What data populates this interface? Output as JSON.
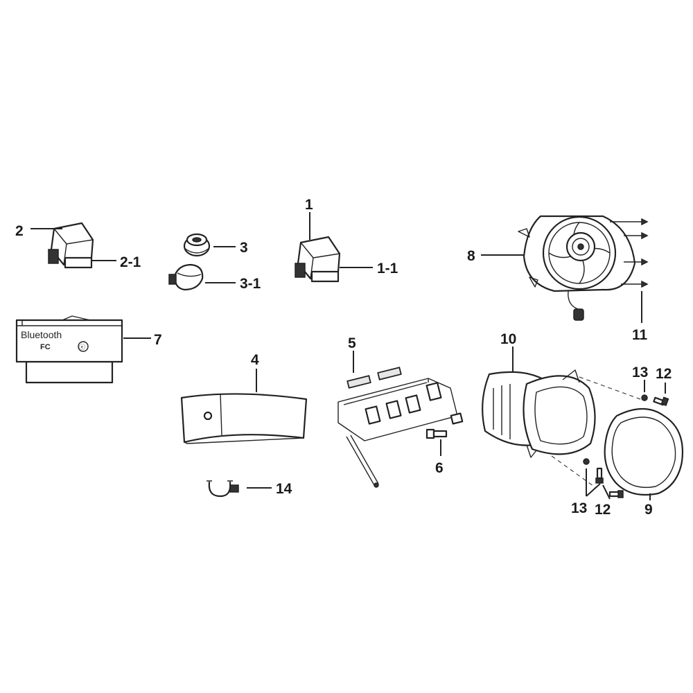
{
  "callouts": {
    "c1": "1",
    "c1_1": "1-1",
    "c2": "2",
    "c2_1": "2-1",
    "c3": "3",
    "c3_1": "3-1",
    "c4": "4",
    "c5": "5",
    "c6": "6",
    "c7": "7",
    "c8": "8",
    "c9": "9",
    "c10": "10",
    "c11": "11",
    "c12a": "12",
    "c12b": "12",
    "c13a": "13",
    "c13b": "13",
    "c14": "14"
  },
  "module_label": {
    "brand": "Bluetooth",
    "fcc": "FC",
    "ce": "ⓔ"
  }
}
